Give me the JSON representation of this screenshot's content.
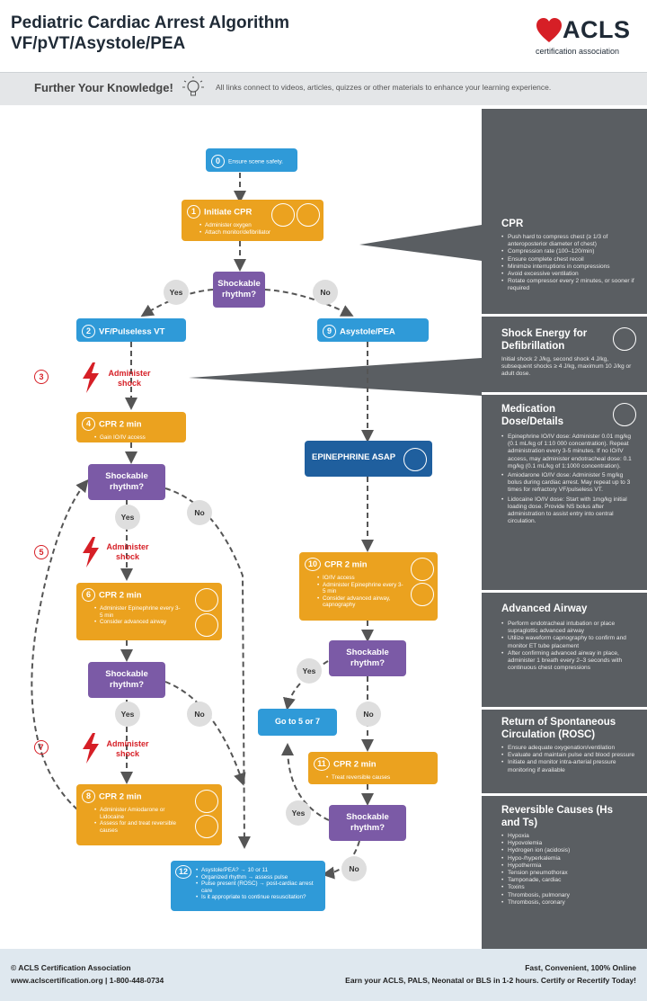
{
  "header": {
    "title_line1": "Pediatric Cardiac Arrest Algorithm",
    "title_line2": "VF/pVT/Asystole/PEA",
    "logo_word": "ACLS",
    "logo_sub": "certification association"
  },
  "knowledge": {
    "title": "Further Your Knowledge!",
    "text": "All links connect to videos, articles, quizzes or other materials to enhance your learning experience."
  },
  "flow": {
    "n0": {
      "num": "0",
      "title": "Ensure scene safety."
    },
    "n1": {
      "num": "1",
      "title": "Initiate CPR",
      "items": [
        "Administer oxygen",
        "Attach monitor/defibrillator"
      ]
    },
    "shock_q": "Shockable rhythm?",
    "yes": "Yes",
    "no": "No",
    "n2": {
      "num": "2",
      "title": "VF/Pulseless VT"
    },
    "n9": {
      "num": "9",
      "title": "Asystole/PEA"
    },
    "n3": {
      "num": "3",
      "label": "Administer shock"
    },
    "n4": {
      "num": "4",
      "title": "CPR 2 min",
      "items": [
        "Gain IO/IV access"
      ]
    },
    "n5": {
      "num": "5",
      "label": "Administer shock"
    },
    "n6": {
      "num": "6",
      "title": "CPR 2 min",
      "items": [
        "Administer Epinephrine every 3-5 min",
        "Consider advanced airway"
      ]
    },
    "n7": {
      "num": "7",
      "label": "Administer shock"
    },
    "n8": {
      "num": "8",
      "title": "CPR 2 min",
      "items": [
        "Administer Amiodarone or Lidocaine",
        "Assess for and treat reversible causes"
      ]
    },
    "epi": "EPINEPHRINE ASAP",
    "n10": {
      "num": "10",
      "title": "CPR 2 min",
      "items": [
        "IO/IV access",
        "Administer Epinephrine every 3-5 min",
        "Consider advanced airway, capnography"
      ]
    },
    "goto": "Go to 5 or 7",
    "n11": {
      "num": "11",
      "title": "CPR 2 min",
      "items": [
        "Treat reversible causes"
      ]
    },
    "n12": {
      "num": "12",
      "items": [
        "Asystole/PEA? → 10 or 11",
        "Organized rhythm → assess pulse",
        "Pulse present (ROSC) → post-cardiac arrest care",
        "Is it appropriate to continue resuscitation?"
      ]
    }
  },
  "sidebar": {
    "cpr": {
      "title": "CPR",
      "items": [
        "Push hard to compress chest (≥ 1/3 of anteroposterior diameter of chest)",
        "Compression rate (100–120/min)",
        "Ensure complete chest recoil",
        "Minimize interruptions in compressions",
        "Avoid excessive ventilation",
        "Rotate compressor every 2 minutes, or sooner if required"
      ]
    },
    "shock_energy": {
      "title": "Shock Energy for Defibrillation",
      "text": "Initial shock 2 J/kg, second shock 4 J/kg, subsequent shocks ≥ 4 J/kg, maximum 10 J/kg or adult dose."
    },
    "medication": {
      "title": "Medication Dose/Details",
      "items": [
        "Epinephrine IO/IV dose: Administer 0.01 mg/kg (0.1 mL/kg of 1:10 000 concentration). Repeat administration every 3-5 minutes. If no IO/IV access, may administer endotracheal dose: 0.1 mg/kg (0.1 mL/kg of 1:1000 concentration).",
        "Amiodarone IO/IV dose: Administer 5 mg/kg bolus during cardiac arrest. May repeat up to 3 times for refractory VF/pulseless VT.",
        "Lidocaine IO/IV dose: Start with 1mg/kg initial loading dose. Provide NS bolus after administration to assist entry into central circulation."
      ]
    },
    "airway": {
      "title": "Advanced Airway",
      "items": [
        "Perform endotracheal intubation or place supraglottic advanced airway",
        "Utilize waveform capnography to confirm and monitor ET tube placement",
        "After confirming advanced airway in place, administer 1 breath every 2–3 seconds with continuous chest compressions"
      ]
    },
    "rosc": {
      "title": "Return of Spontaneous Circulation (ROSC)",
      "items": [
        "Ensure adequate oxygenation/ventilation",
        "Evaluate and maintain pulse and blood pressure",
        "Initiate and monitor intra-arterial pressure monitoring if available"
      ]
    },
    "reversible": {
      "title": "Reversible Causes (Hs and Ts)",
      "items": [
        "Hypoxia",
        "Hypovolemia",
        "Hydrogen ion (acidosis)",
        "Hypo-/hyperkalemia",
        "Hypothermia",
        "Tension pneumothorax",
        "Tamponade, cardiac",
        "Toxins",
        "Thrombosis, pulmonary",
        "Thrombosis, coronary"
      ]
    }
  },
  "footer": {
    "copyright": "© ACLS Certification Association",
    "contact": "www.aclscertification.org | 1-800-448-0734",
    "tagline": "Fast, Convenient, 100% Online",
    "cta": "Earn your ACLS, PALS, Neonatal or BLS in 1-2 hours. Certify or Recertify Today!"
  },
  "colors": {
    "blue": "#2f9ad8",
    "orange": "#eba21f",
    "purple": "#7b5aa6",
    "navy": "#1f5f9e",
    "red": "#d61f26",
    "sidebar": "#5a5e62"
  }
}
